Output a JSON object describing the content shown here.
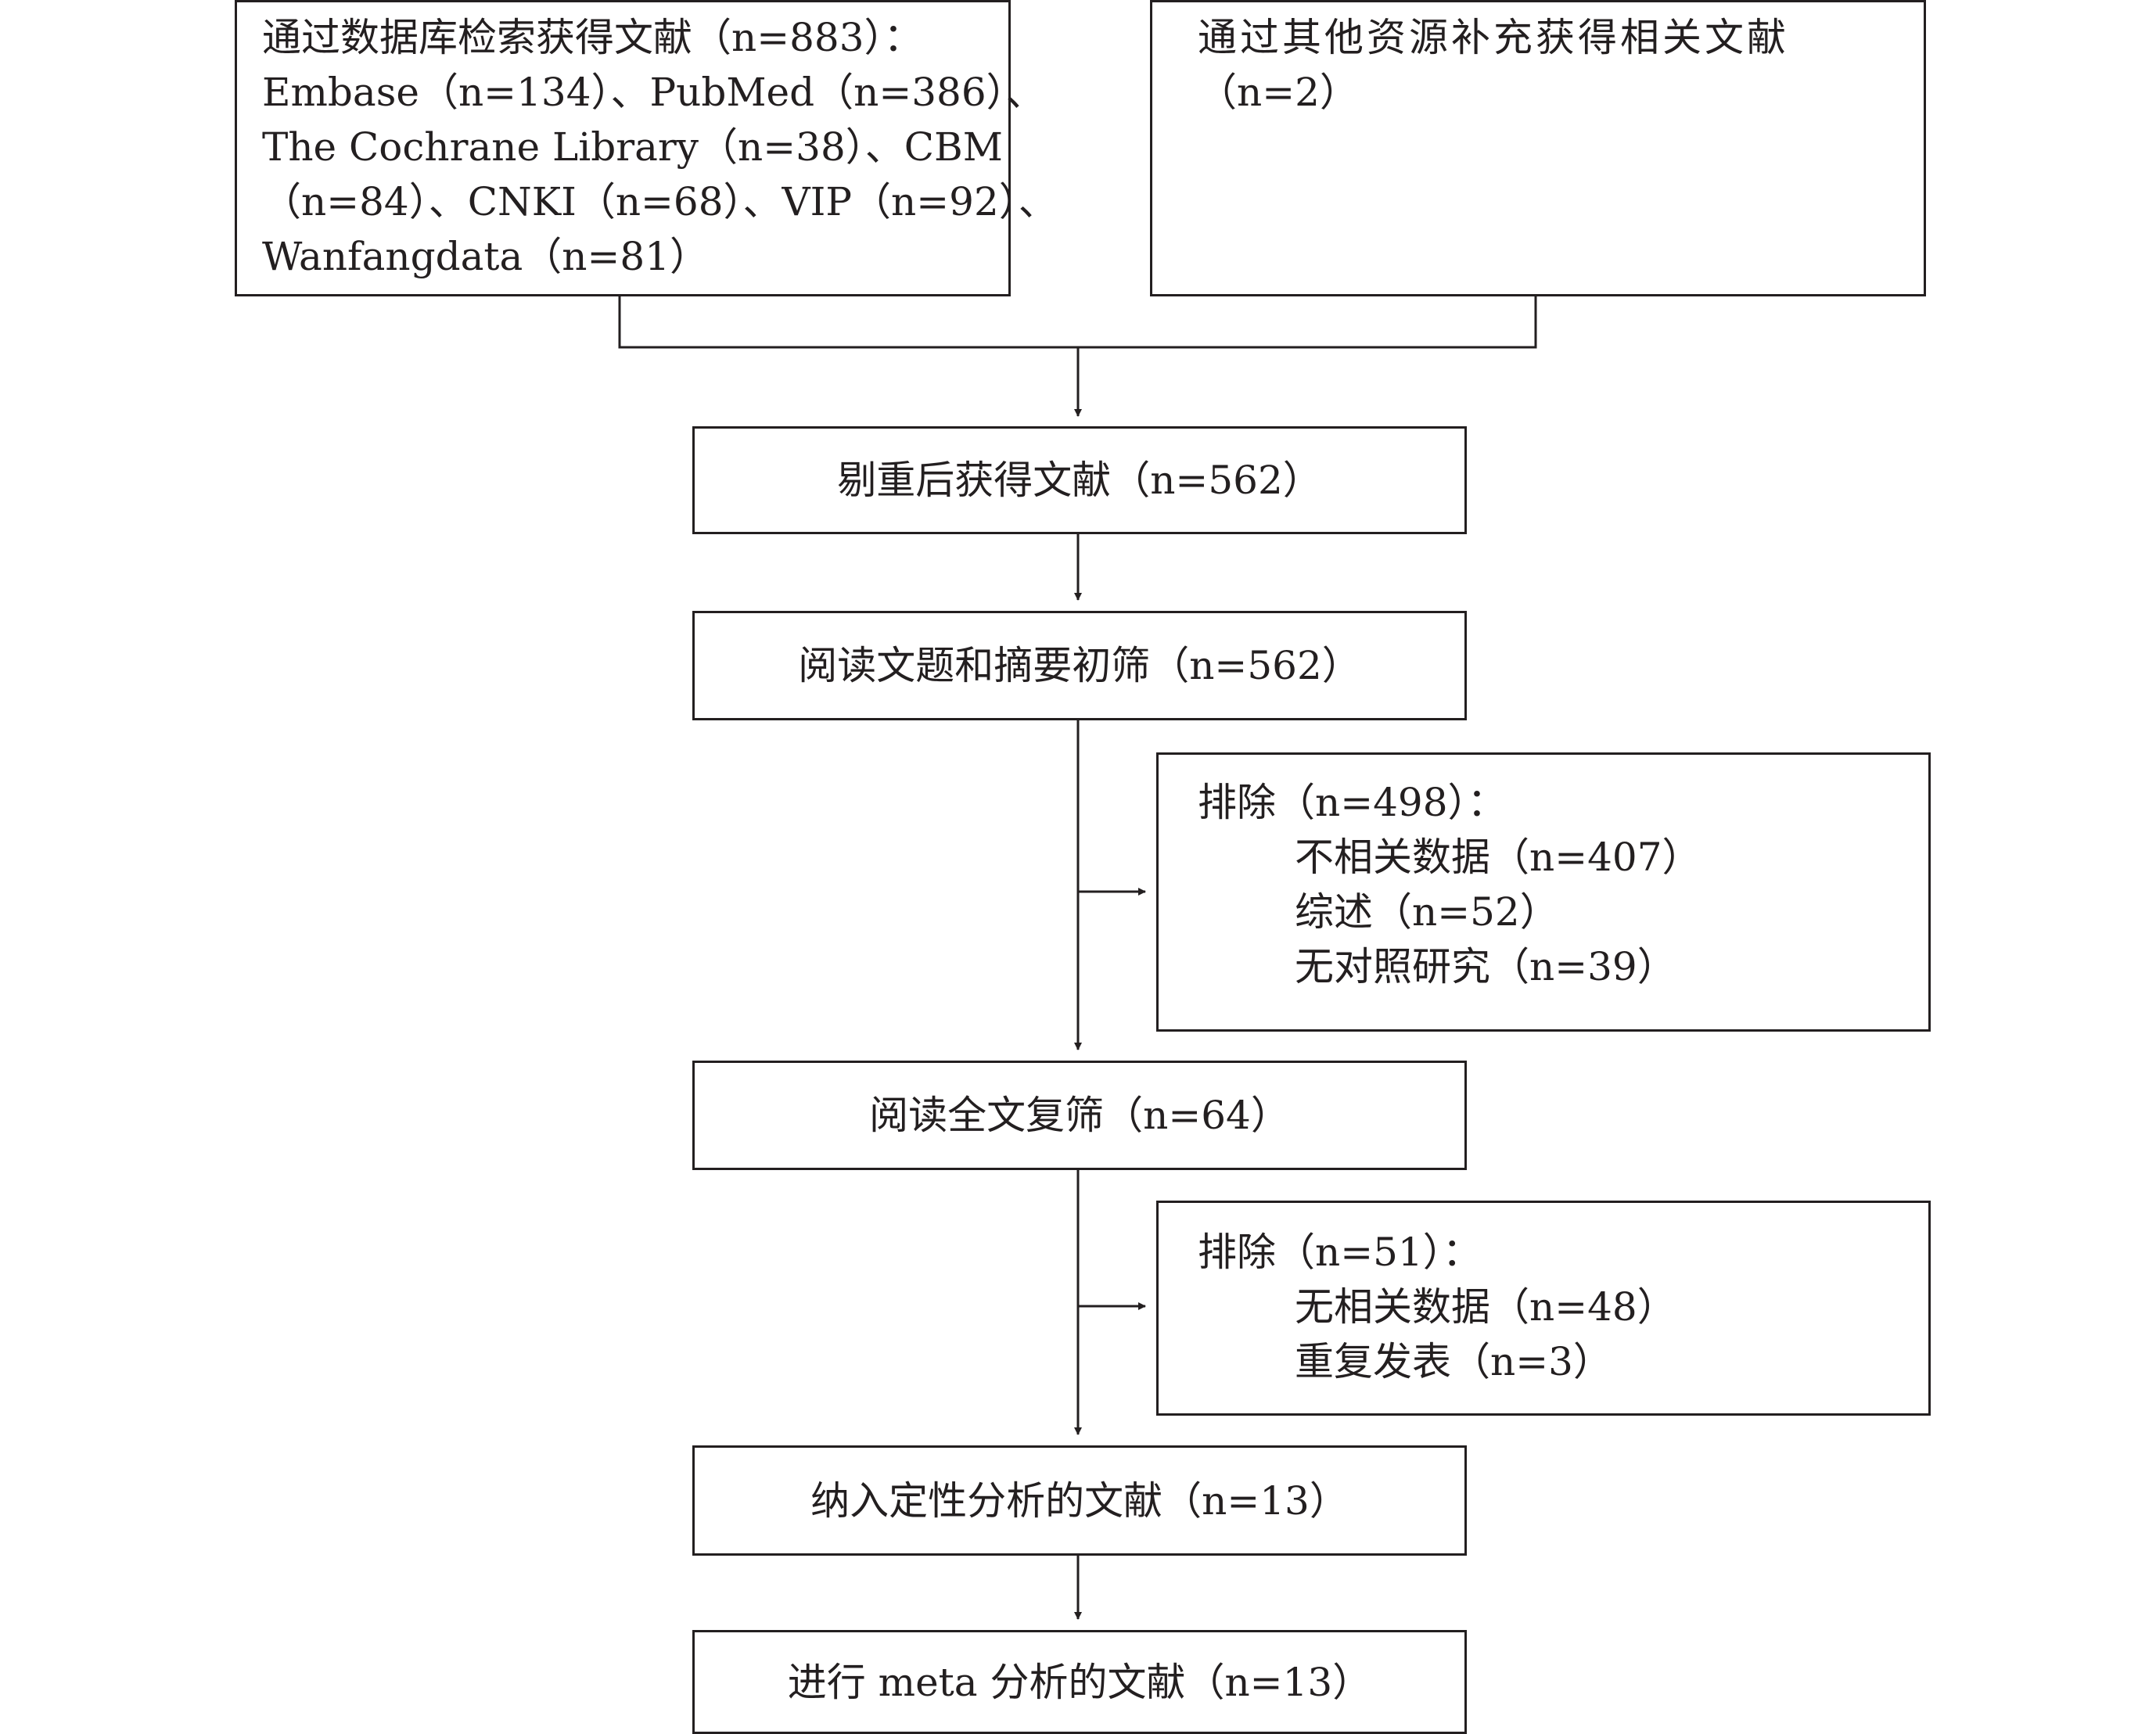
{
  "db_search": {
    "lines": [
      "通过数据库检索获得文献（n=883）：",
      "Embase（n=134）、PubMed（n=386）、",
      "The Cochrane Library（n=38）、CBM",
      "（n=84）、CNKI（n=68）、VIP（n=92）、",
      "Wanfangdata（n=81）"
    ]
  },
  "other_sources": {
    "lines": [
      "通过其他资源补充获得相关文献",
      "（n=2）"
    ]
  },
  "dedup": {
    "label": "剔重后获得文献（n=562）"
  },
  "title_abstract": {
    "label": "阅读文题和摘要初筛（n=562）"
  },
  "exclude_1": {
    "head": "排除（n=498）：",
    "items": [
      "不相关数据（n=407）",
      "综述（n=52）",
      "无对照研究（n=39）"
    ]
  },
  "fulltext": {
    "label": "阅读全文复筛（n=64）"
  },
  "exclude_2": {
    "head": "排除（n=51）：",
    "items": [
      "无相关数据（n=48）",
      "重复发表（n=3）"
    ]
  },
  "qualitative": {
    "label": "纳入定性分析的文献（n=13）"
  },
  "meta": {
    "label": "进行 meta 分析的文献（n=13）"
  }
}
